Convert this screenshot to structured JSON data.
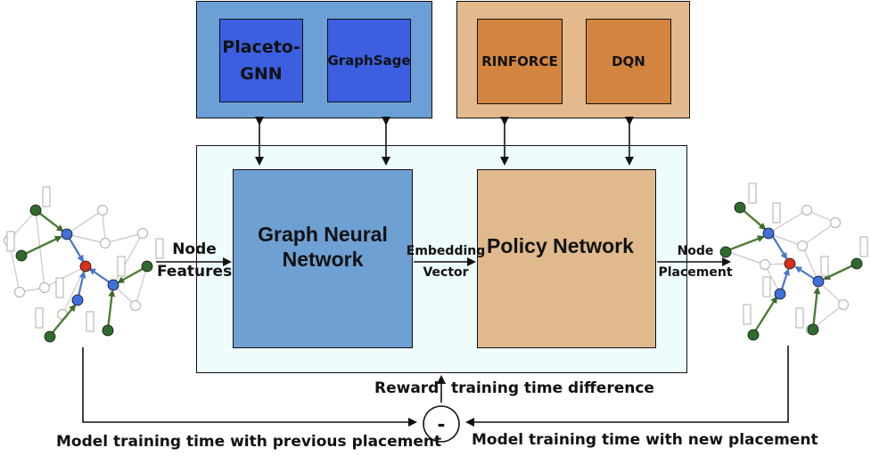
{
  "gnn_models": {
    "placeto_gnn": "Placeto-\nGNN",
    "graphsage": "GraphSage"
  },
  "rl_models": {
    "rinforce": "RINFORCE",
    "dqn": "DQN"
  },
  "core": {
    "gnn_label": "Graph Neural Network",
    "policy_label": "Policy Network"
  },
  "flow_labels": {
    "node_features": "Node\nFeatures",
    "embedding_vector": "Embedding\nVector",
    "node_placement": "Node\nPlacement",
    "reward": "Reward",
    "reward_desc": "training time difference",
    "minus": "-",
    "prev_placement": "Model training time with previous placement",
    "new_placement": "Model training time with new placement"
  },
  "colors": {
    "gnn_group": "#6b9fd6",
    "gnn_inner": "#3b5fe0",
    "rl_group": "#e3b98e",
    "rl_inner": "#d3843e",
    "system_box": "#effcfd",
    "node_red": "#d6301e",
    "node_blue": "#3f6fd9",
    "node_green": "#2e6b2c"
  }
}
